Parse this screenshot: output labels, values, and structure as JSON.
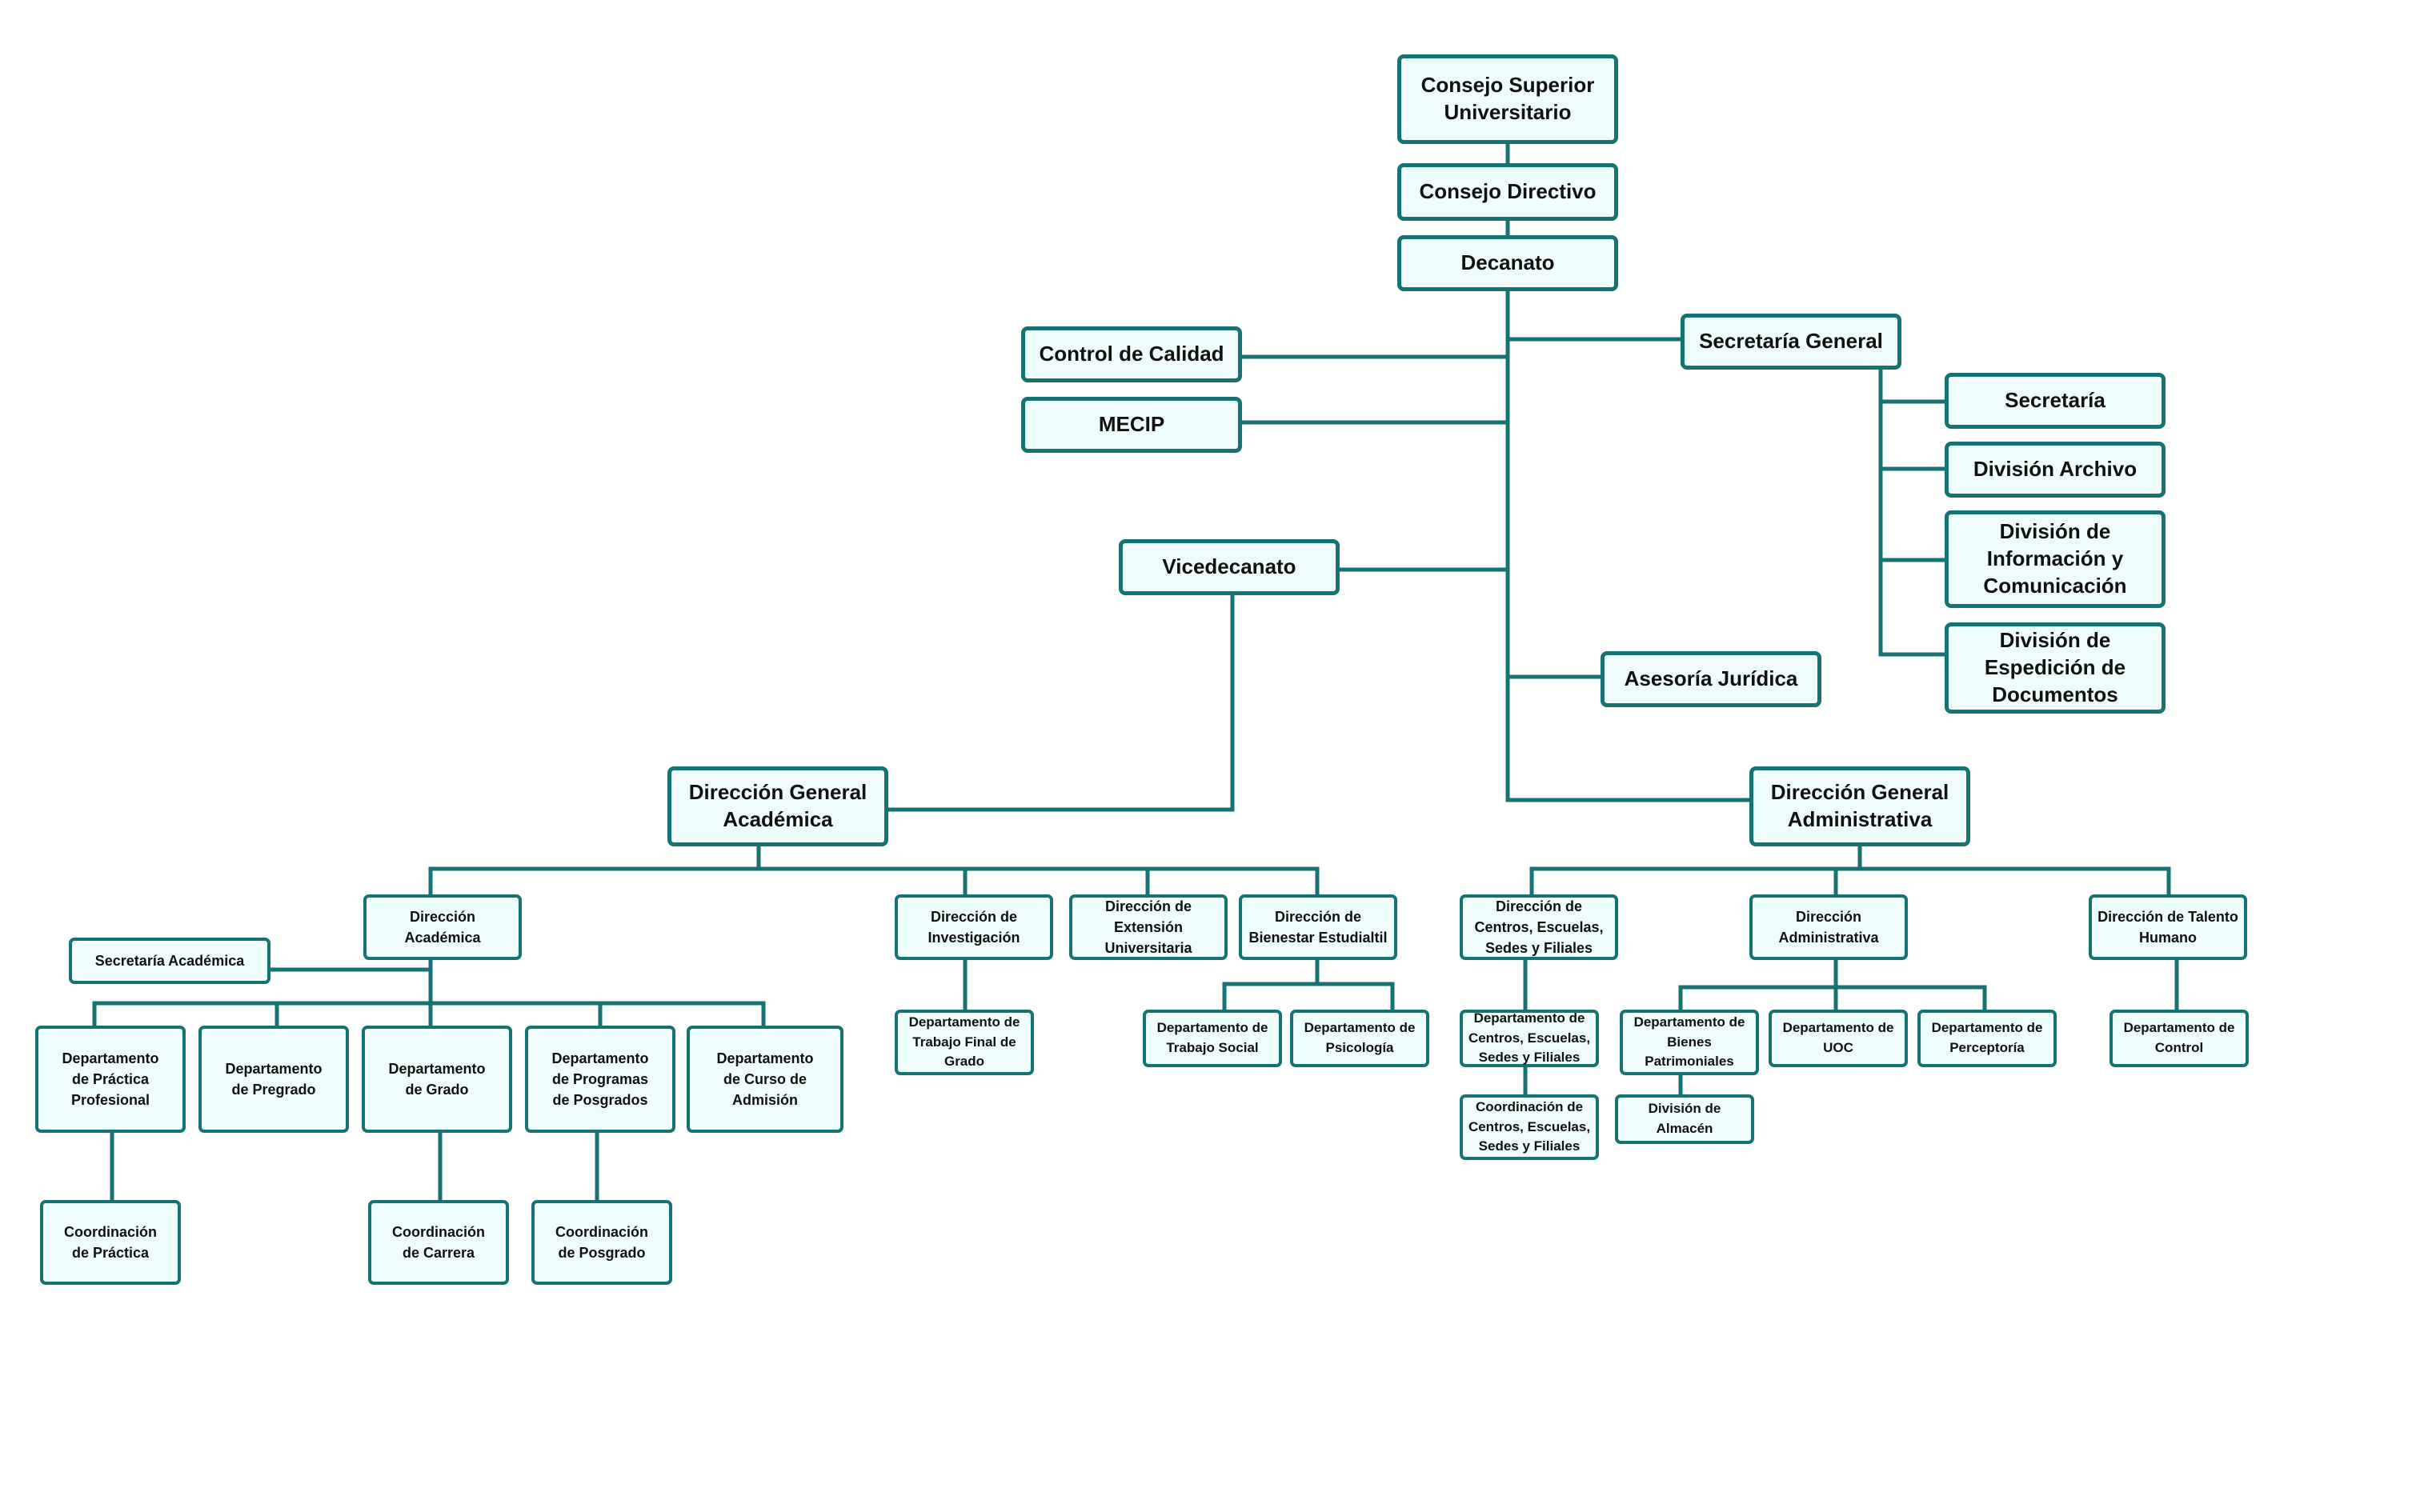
{
  "colors": {
    "line": "#177272",
    "box_fill": "#effcfc",
    "text": "#111111"
  },
  "nodes": {
    "consejo_superior": "Consejo Superior\nUniversitario",
    "consejo_directivo": "Consejo Directivo",
    "decanato": "Decanato",
    "control_calidad": "Control de Calidad",
    "mecip": "MECIP",
    "secretaria_general": "Secretaría General",
    "secretaria": "Secretaría",
    "division_archivo": "División Archivo",
    "division_informacion": "División de\nInformación y\nComunicación",
    "division_espedicion": "División de\nEspedición de\nDocumentos",
    "vicedecanato": "Vicedecanato",
    "asesoria_juridica": "Asesoría Jurídica",
    "dg_academica": "Dirección General\nAcadémica",
    "dg_administrativa": "Dirección General\nAdministrativa",
    "dir_academica": "Dirección\nAcadémica",
    "secretaria_academica": "Secretaría Académica",
    "dir_investigacion": "Dirección de\nInvestigación",
    "dir_extension": "Dirección de\nExtensión\nUniversitaria",
    "dir_bienestar": "Dirección de\nBienestar Estudialtil",
    "dir_centros": "Dirección de\nCentros, Escuelas,\nSedes y Filiales",
    "dir_administrativa": "Dirección\nAdministrativa",
    "dir_talento": "Dirección de Talento\nHumano",
    "dep_practica": "Departamento\nde Práctica\nProfesional",
    "dep_pregrado": "Departamento\nde Pregrado",
    "dep_grado": "Departamento\nde Grado",
    "dep_posgrados": "Departamento\nde Programas\nde Posgrados",
    "dep_curso_admision": "Departamento\nde Curso de\nAdmisión",
    "coord_practica": "Coordinación\nde Práctica",
    "coord_carrera": "Coordinación\nde Carrera",
    "coord_posgrado": "Coordinación\nde Posgrado",
    "dep_trabajo_final": "Departamento de\nTrabajo Final de\nGrado",
    "dep_trabajo_social": "Departamento de\nTrabajo Social",
    "dep_psicologia": "Departamento de\nPsicología",
    "dep_centros": "Departamento de\nCentros, Escuelas,\nSedes y Filiales",
    "coord_centros": "Coordinación de\nCentros, Escuelas,\nSedes y Filiales",
    "dep_bienes": "Departamento de\nBienes\nPatrimoniales",
    "division_almacen": "División de\nAlmacén",
    "dep_uoc": "Departamento de\nUOC",
    "dep_perceptoria": "Departamento de\nPerceptoría",
    "dep_control": "Departamento de\nControl"
  }
}
